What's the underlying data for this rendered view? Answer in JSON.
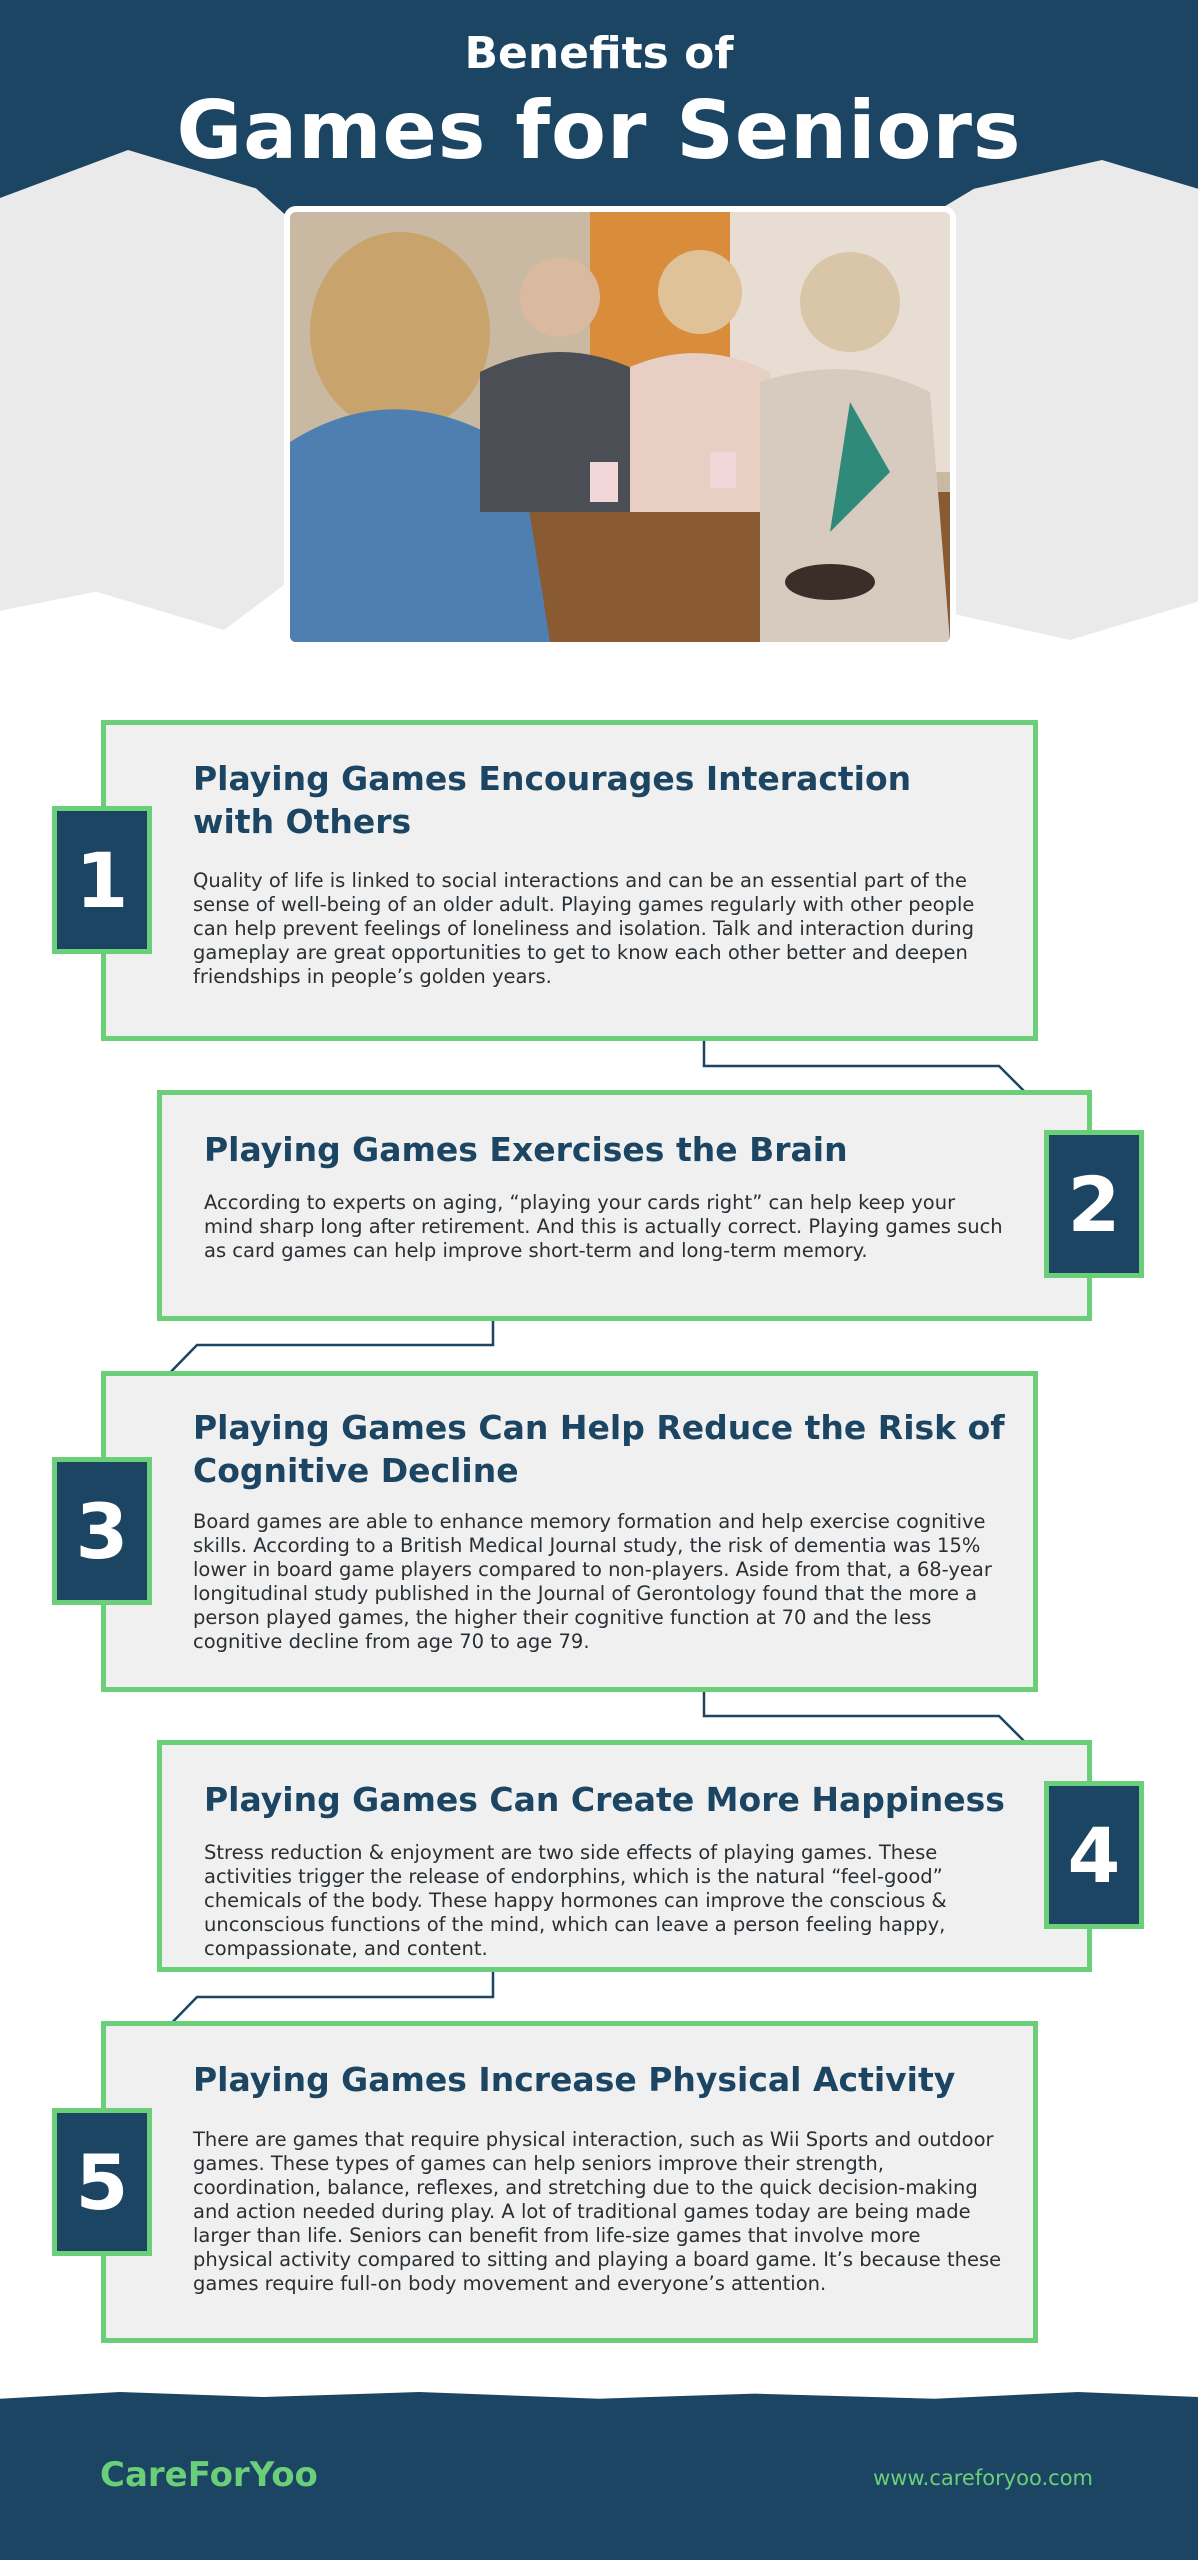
{
  "header": {
    "subtitle": "Benefits of",
    "title": "Games for Seniors"
  },
  "photo": {
    "alt": "Seniors playing cards at a table",
    "icon": "photo-seniors-playing-cards"
  },
  "items": [
    {
      "number": "1",
      "title": "Playing Games Encourages Interaction with Others",
      "body": "Quality of life is linked to social interactions and can be an essential part of the sense of well-being of an older adult. Playing games regularly with other people can help prevent feelings of loneliness and isolation. Talk and interaction during gameplay are great opportunities to get to know each other better and deepen friendships in people’s golden years."
    },
    {
      "number": "2",
      "title": "Playing Games Exercises the Brain",
      "body": "According to experts on aging, “playing your cards right” can help keep your mind sharp long after retirement. And this is actually correct. Playing games such as card games can help improve short-term and long-term memory."
    },
    {
      "number": "3",
      "title": "Playing Games Can Help Reduce the Risk of Cognitive Decline",
      "body": "Board games are able to enhance memory formation and help exercise cognitive skills. According to a British Medical Journal study, the risk of dementia was 15% lower in board game players compared to non-players. Aside from that, a 68-year longitudinal study published in the Journal of Gerontology found that the more a person played games, the higher their cognitive function at 70 and the less cognitive decline from age 70 to age 79."
    },
    {
      "number": "4",
      "title": "Playing Games Can Create More Happiness",
      "body": "Stress reduction & enjoyment are two side effects of playing games. These activities trigger the release of endorphins, which is the natural “feel-good” chemicals of the body. These happy hormones can improve the conscious & unconscious functions of the mind, which can leave a person feeling happy, compassionate, and content."
    },
    {
      "number": "5",
      "title": "Playing Games Increase Physical Activity",
      "body": "There are games that require physical interaction, such as Wii Sports and outdoor games. These types of games can help seniors improve their strength, coordination, balance, reflexes, and stretching due to the quick decision-making and action needed during play. A lot of traditional games today are being made larger than life. Seniors can benefit from life-size games that involve more physical activity compared to sitting and playing a board game. It’s because these games require full-on body movement and everyone’s attention."
    }
  ],
  "footer": {
    "brand": "CareForYoo",
    "website": "www.careforyoo.com"
  },
  "colors": {
    "navy": "#1b4562",
    "green": "#6bcf7a",
    "card_bg": "#f0f0f0"
  }
}
